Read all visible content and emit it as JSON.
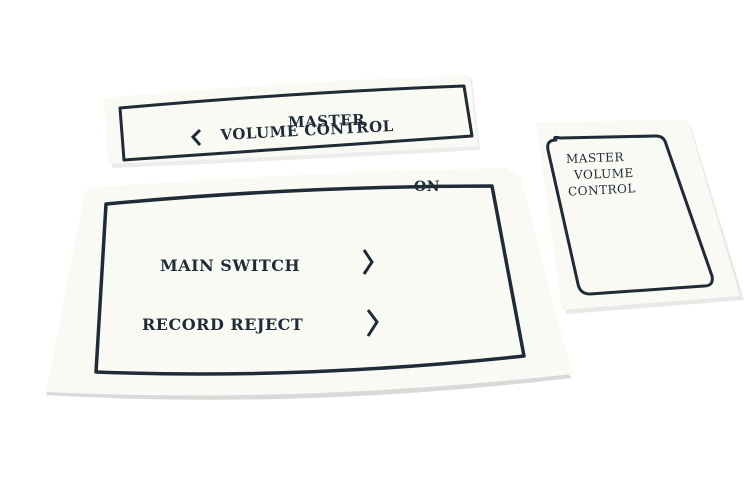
{
  "decals": {
    "top": {
      "line1": "MASTER",
      "line2": "VOLUME CONTROL",
      "arrow_icon": "chevron-left"
    },
    "main": {
      "on_label": "ON",
      "row1": "MAIN SWITCH",
      "row2": "RECORD REJECT",
      "arrow_icon": "chevron-right"
    },
    "small": {
      "line1": "MASTER",
      "line2": "VOLUME",
      "line3": "CONTROL"
    }
  },
  "colors": {
    "background": "#ffffff",
    "sticker": "#fafaf4",
    "ink": "#1f2b36",
    "shadow": "#d9d9d9"
  }
}
